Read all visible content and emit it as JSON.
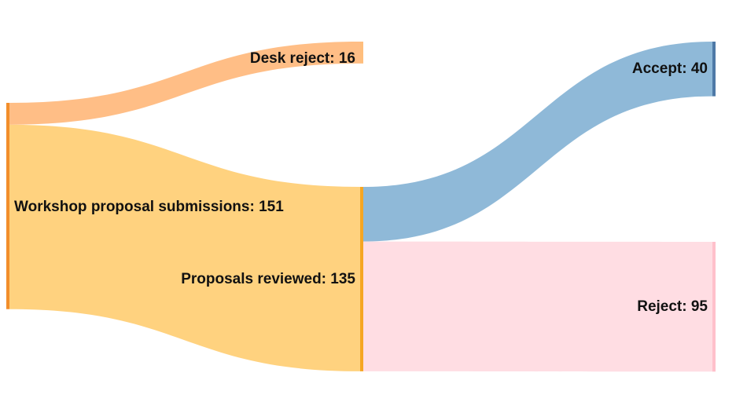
{
  "chart_data": {
    "type": "sankey",
    "nodes": [
      {
        "id": "submissions",
        "label": "Workshop proposal submissions: 151",
        "value": 151,
        "color": "#f28e2b"
      },
      {
        "id": "desk",
        "label": "Desk reject: 16",
        "value": 16,
        "color": "#ffbe7d"
      },
      {
        "id": "reviewed",
        "label": "Proposals reviewed: 135",
        "value": 135,
        "color": "#f5a623"
      },
      {
        "id": "accept",
        "label": "Accept: 40",
        "value": 40,
        "color": "#4e79a7"
      },
      {
        "id": "reject",
        "label": "Reject: 95",
        "value": 95,
        "color": "#ffc0cb"
      }
    ],
    "links": [
      {
        "source": "submissions",
        "target": "desk",
        "value": 16,
        "color": "#ffbe86"
      },
      {
        "source": "submissions",
        "target": "reviewed",
        "value": 135,
        "color": "#ffd27f"
      },
      {
        "source": "reviewed",
        "target": "accept",
        "value": 40,
        "color": "#8fb9d8"
      },
      {
        "source": "reviewed",
        "target": "reject",
        "value": 95,
        "color": "#ffdde3"
      }
    ]
  }
}
